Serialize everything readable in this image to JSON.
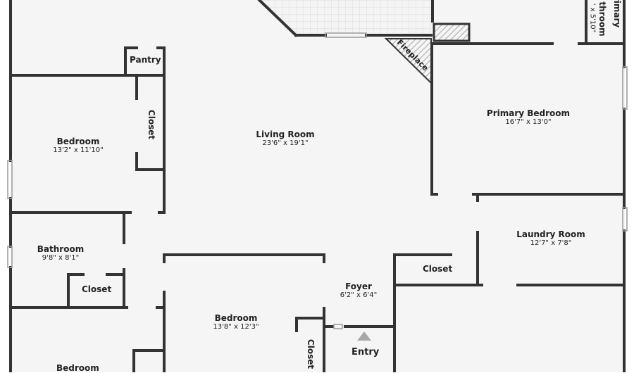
{
  "colors": {
    "wall": "#333333",
    "floor": "#f5f5f5",
    "background": "#ffffff",
    "text": "#222222",
    "hatch": "#888888"
  },
  "rooms": {
    "primary_bathroom": {
      "name_top": "rimary",
      "name_bottom": "throom",
      "dims": "' x 5'10\""
    },
    "pantry": {
      "name": "Pantry"
    },
    "closet_left": {
      "name": "Closet"
    },
    "bedroom_left": {
      "name": "Bedroom",
      "dims": "13'2\" x 11'10\""
    },
    "living_room": {
      "name": "Living Room",
      "dims": "23'6\" x 19'1\""
    },
    "fireplace": {
      "name": "Fireplace"
    },
    "primary_bedroom": {
      "name": "Primary Bedroom",
      "dims": "16'7\" x 13'0\""
    },
    "laundry_room": {
      "name": "Laundry Room",
      "dims": "12'7\" x 7'8\""
    },
    "bathroom": {
      "name": "Bathroom",
      "dims": "9'8\" x 8'1\""
    },
    "closet_bath": {
      "name": "Closet"
    },
    "closet_mid": {
      "name": "Closet"
    },
    "foyer": {
      "name": "Foyer",
      "dims": "6'2\" x 6'4\""
    },
    "bedroom_center": {
      "name": "Bedroom",
      "dims": "13'8\" x 12'3\""
    },
    "closet_center": {
      "name": "Closet"
    },
    "entry": {
      "name": "Entry"
    },
    "bedroom_bottom_left": {
      "name": "Bedroom"
    }
  }
}
